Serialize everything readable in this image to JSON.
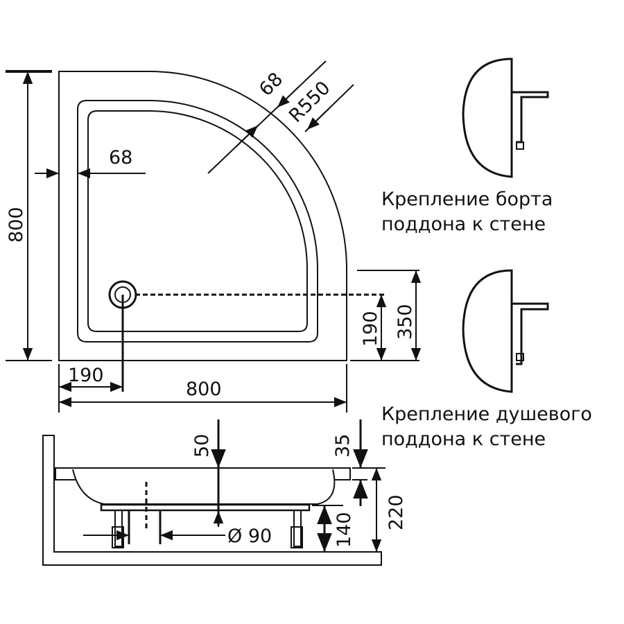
{
  "top_view": {
    "dim_width": "800",
    "dim_depth": "800",
    "dim_rim_left": "68",
    "dim_rim_arc": "68",
    "dim_radius": "R550",
    "dim_drain_x": "190",
    "dim_drain_y": "190",
    "dim_flat_side": "350"
  },
  "side_view": {
    "dim_rim_depth": "50",
    "dim_rim_thickness": "35",
    "dim_total_height": "220",
    "dim_leg_height": "140",
    "dim_drain_diameter": "Ø 90"
  },
  "details": [
    {
      "line1": "Крепление борта",
      "line2": "поддона к стене"
    },
    {
      "line1": "Крепление душевого",
      "line2": "поддона к стене"
    }
  ]
}
